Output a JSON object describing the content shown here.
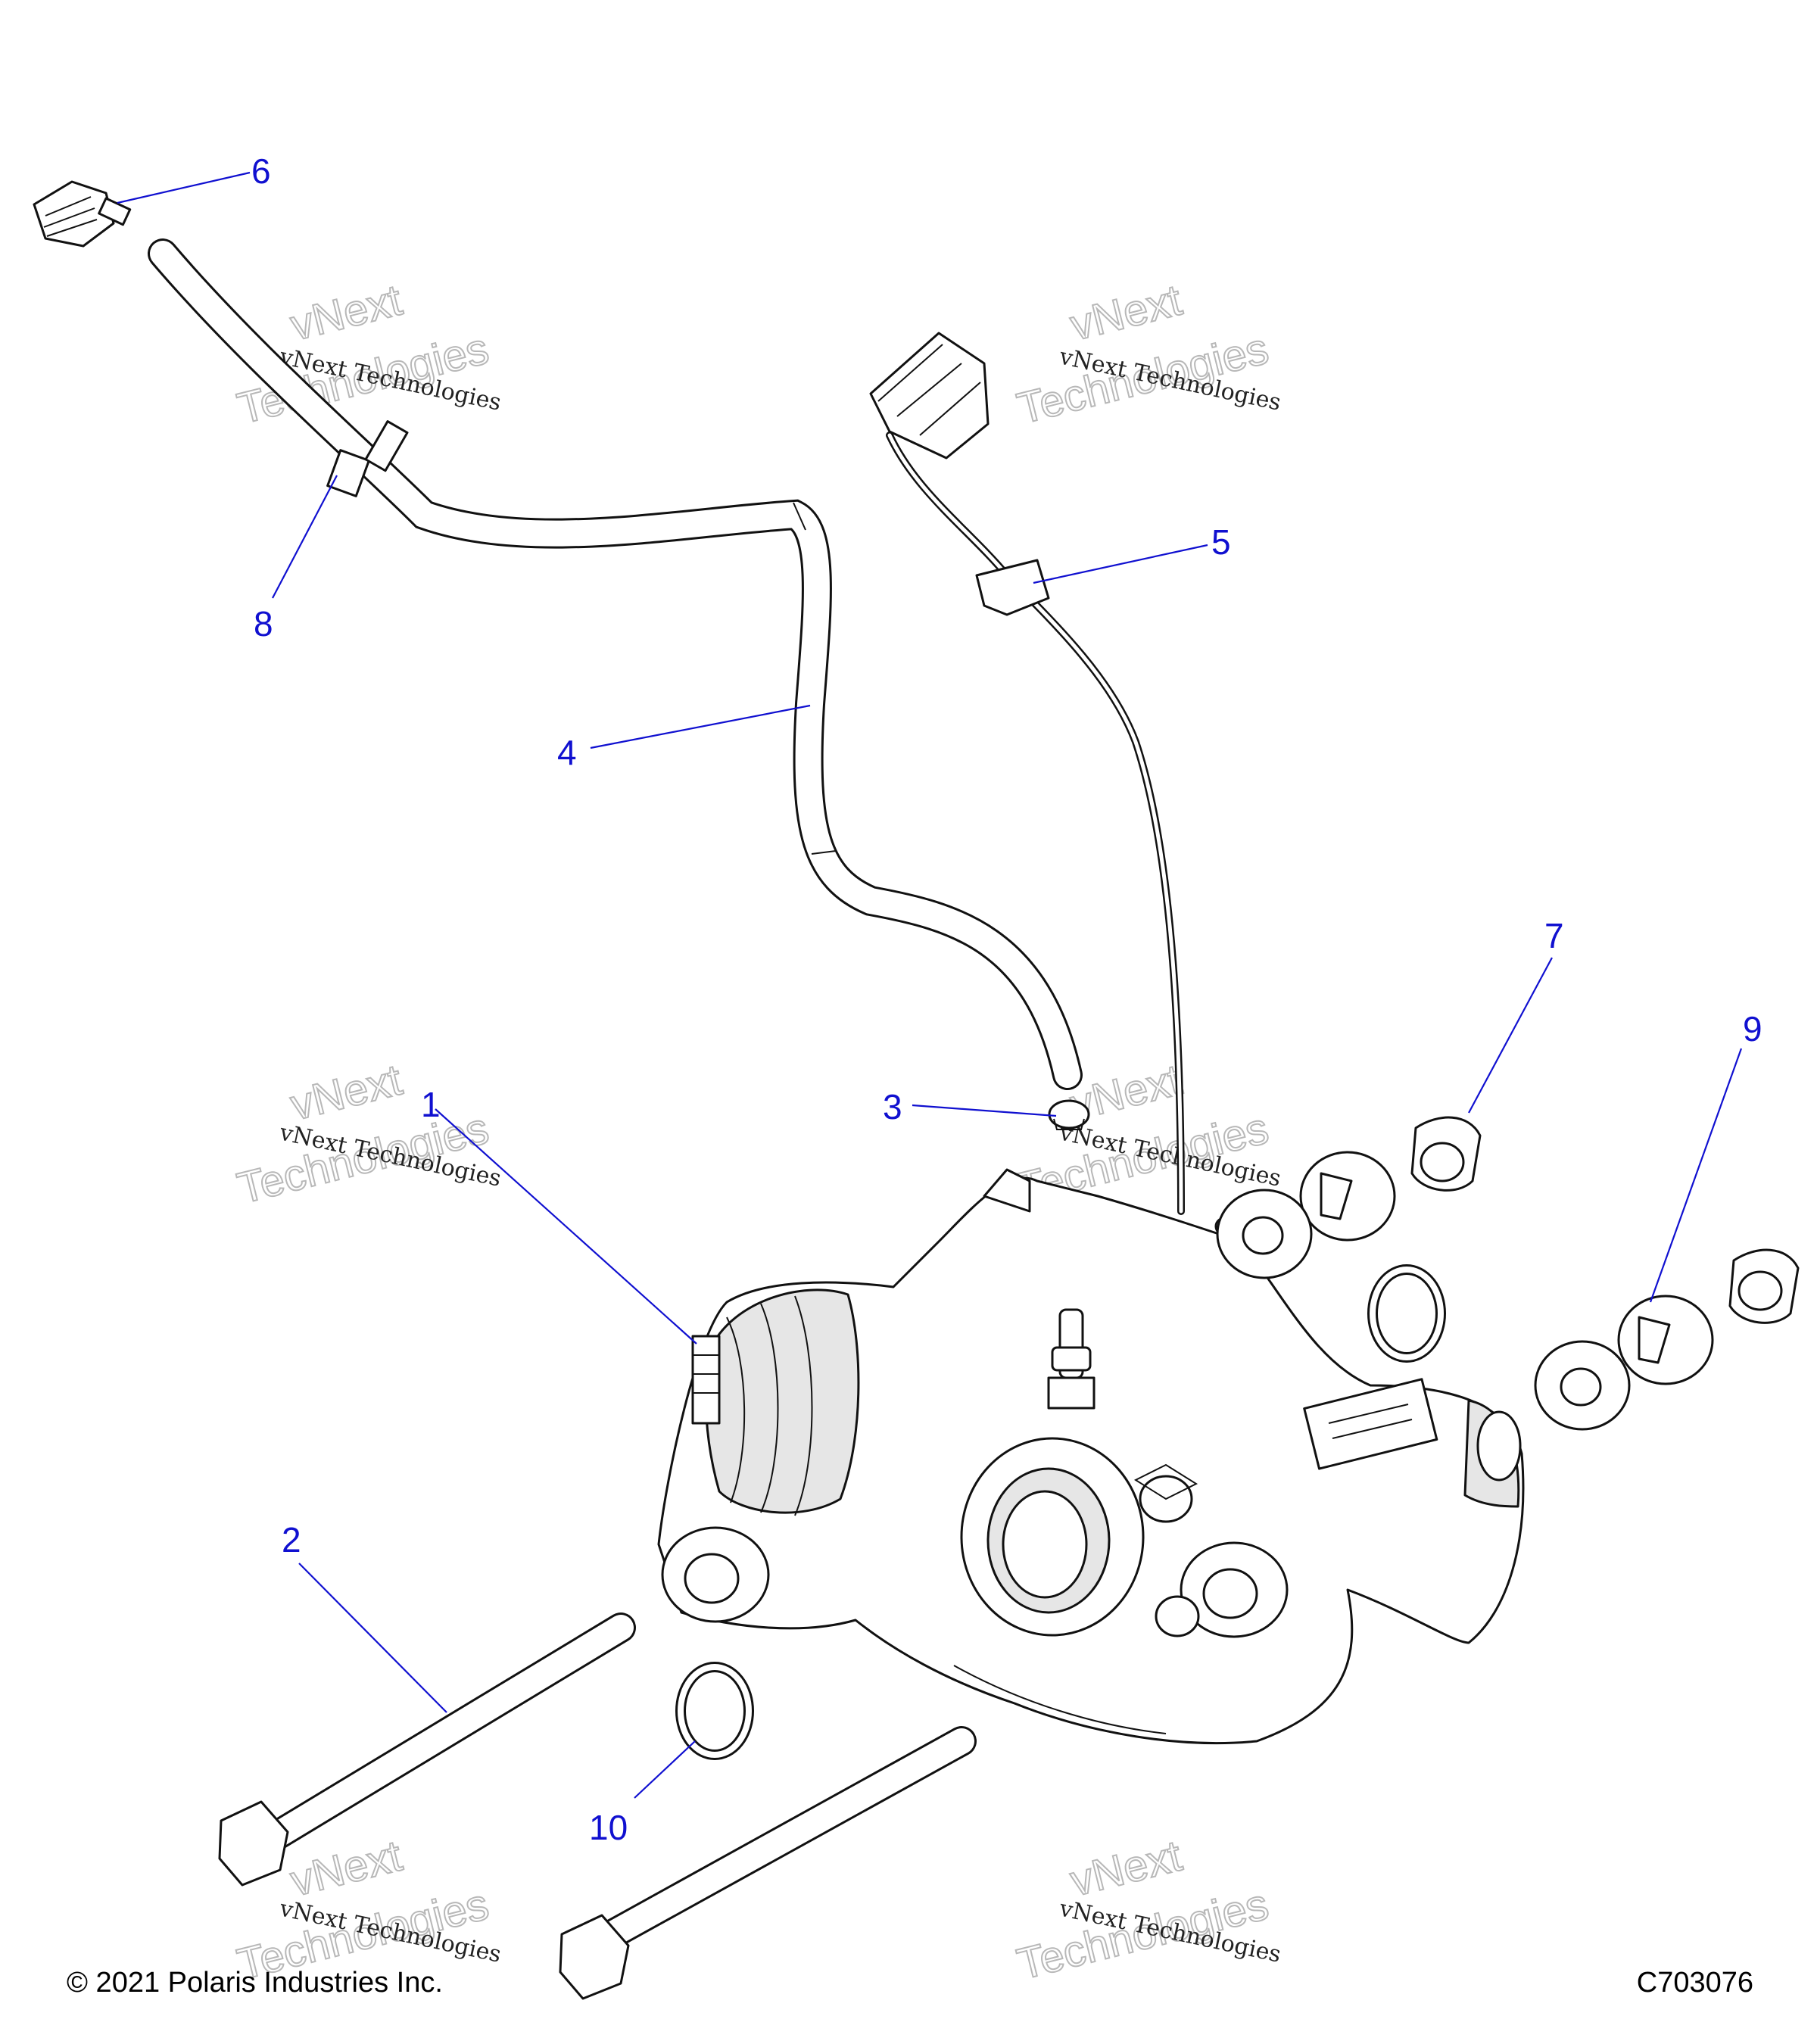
{
  "callouts": [
    {
      "id": "1",
      "label": "1"
    },
    {
      "id": "2",
      "label": "2"
    },
    {
      "id": "3",
      "label": "3"
    },
    {
      "id": "4",
      "label": "4"
    },
    {
      "id": "5",
      "label": "5"
    },
    {
      "id": "6",
      "label": "6"
    },
    {
      "id": "7",
      "label": "7"
    },
    {
      "id": "8",
      "label": "8"
    },
    {
      "id": "9",
      "label": "9"
    },
    {
      "id": "10",
      "label": "10"
    }
  ],
  "watermark": {
    "line1": "vNext Technologies",
    "line2a": "vNext",
    "line2b": "Technologies"
  },
  "footer": {
    "copyright": "© 2021 Polaris Industries Inc.",
    "figure_id": "C703076"
  },
  "colors": {
    "callout": "#1010d0",
    "outline": "#111111",
    "shade": "#e6e6e6"
  }
}
